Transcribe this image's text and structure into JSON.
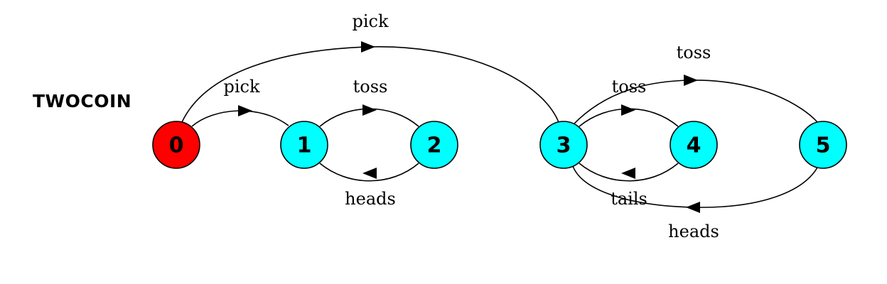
{
  "title": "TWOCOIN",
  "colors": {
    "initial": "#ff0000",
    "state": "#00ffff"
  },
  "nodes": [
    {
      "id": "0",
      "label": "0",
      "initial": true
    },
    {
      "id": "1",
      "label": "1"
    },
    {
      "id": "2",
      "label": "2"
    },
    {
      "id": "3",
      "label": "3"
    },
    {
      "id": "4",
      "label": "4"
    },
    {
      "id": "5",
      "label": "5"
    }
  ],
  "edges": [
    {
      "from": "0",
      "to": "1",
      "label": "pick"
    },
    {
      "from": "0",
      "to": "3",
      "label": "pick"
    },
    {
      "from": "1",
      "to": "2",
      "label": "toss"
    },
    {
      "from": "2",
      "to": "1",
      "label": "heads"
    },
    {
      "from": "3",
      "to": "4",
      "label": "toss"
    },
    {
      "from": "4",
      "to": "3",
      "label": "tails"
    },
    {
      "from": "3",
      "to": "5",
      "label": "toss"
    },
    {
      "from": "5",
      "to": "3",
      "label": "heads"
    }
  ]
}
